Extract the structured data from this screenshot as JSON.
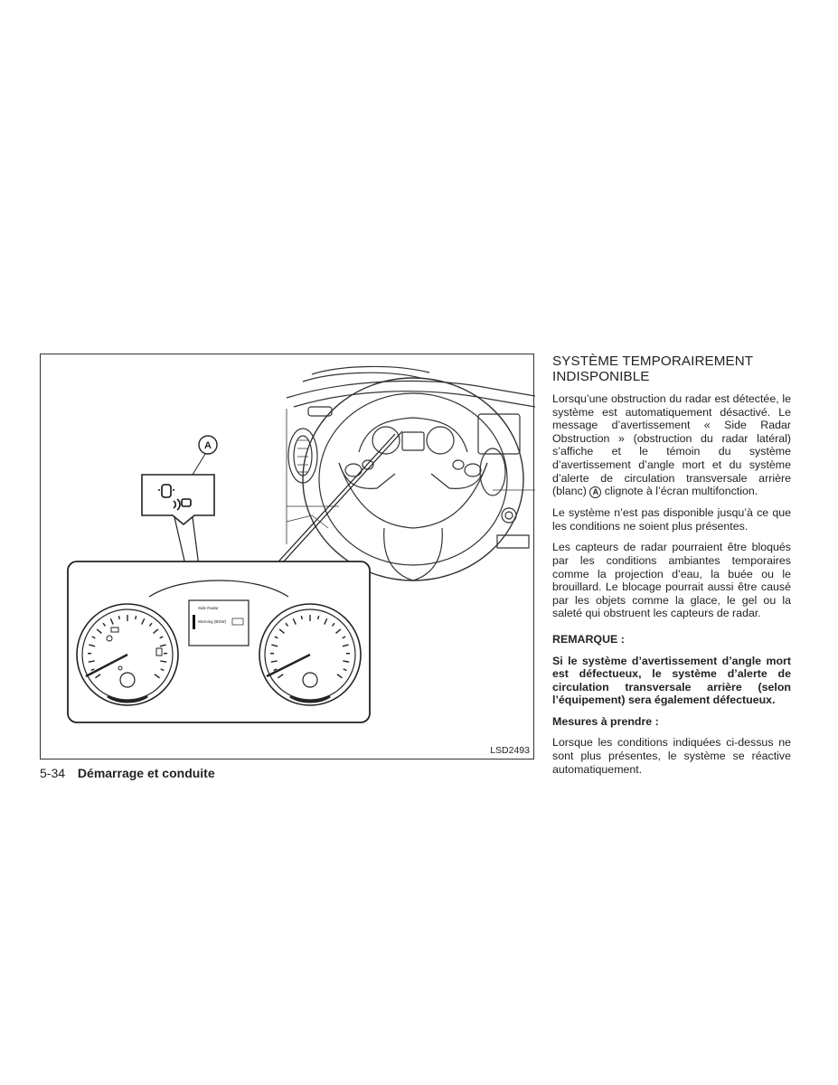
{
  "figure": {
    "callout_label": "A",
    "figure_code": "LSD2493",
    "screen_line1": "Side Radar",
    "screen_line2": "Warning (BSW)"
  },
  "footer": {
    "page_number": "5-34",
    "section_title": "Démarrage et conduite"
  },
  "content": {
    "heading": "SYSTÈME TEMPORAIREMENT INDISPONIBLE",
    "p1_before": "Lorsqu’une obstruction du radar est détectée, le système est automatiquement désactivé. Le message d’avertissement « Side Radar Obstruction » (obstruction du radar latéral) s’affiche et le témoin du système d’avertissement d’angle mort et du système d’alerte de circulation transversale arrière (blanc)",
    "p1_marker": "A",
    "p1_after": "clignote à l’écran multifonction.",
    "p2": "Le système n’est pas disponible jusqu’à ce que les conditions ne soient plus présentes.",
    "p3": "Les capteurs de radar pourraient être bloqués par les conditions ambiantes temporaires comme la projection d’eau, la buée ou le brouillard. Le blocage pourrait aussi être causé par les objets comme la glace, le gel ou la saleté qui obstruent les capteurs de radar.",
    "remarque_label": "REMARQUE :",
    "remarque_text": "Si le système d’avertissement d’angle mort est défectueux, le système d’alerte de circulation transversale arrière (selon l’équipement) sera également défectueux.",
    "mesures_label": "Mesures à prendre :",
    "mesures_text": "Lorsque les conditions indiquées ci-dessus ne sont plus présentes, le système se réactive automatiquement."
  }
}
